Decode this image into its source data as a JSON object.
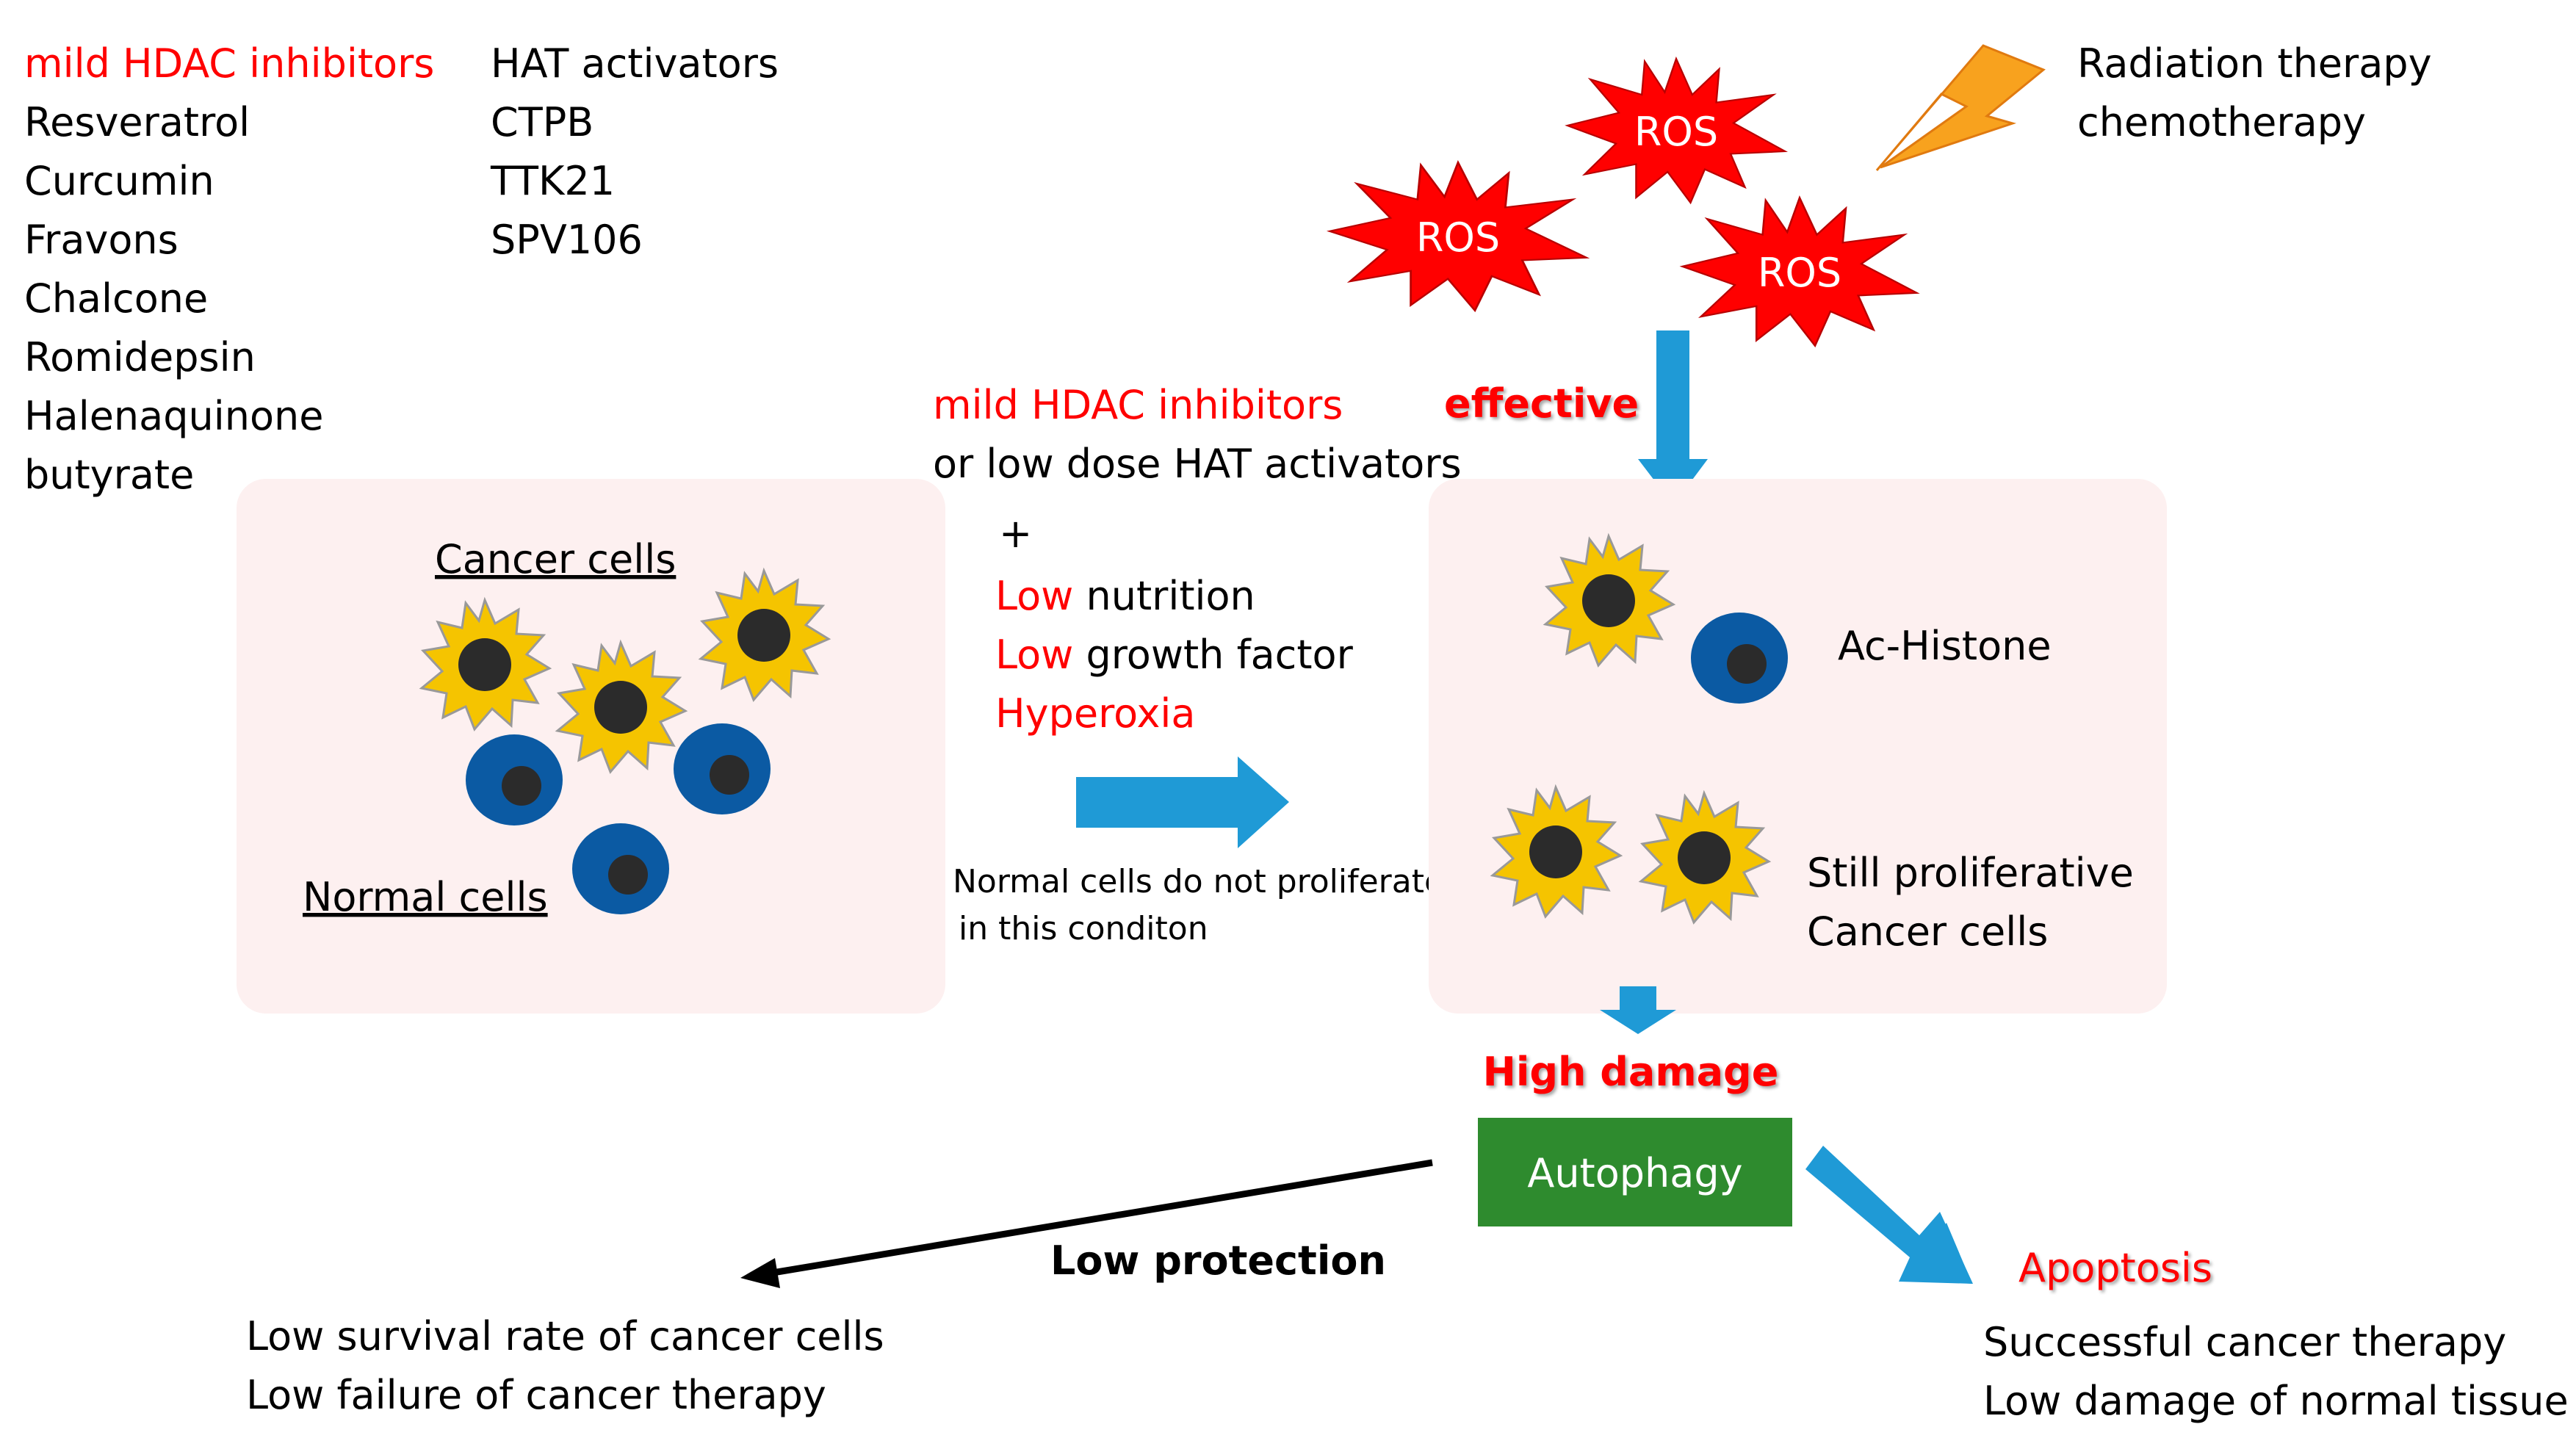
{
  "left_lists": {
    "hdac": {
      "title": "mild HDAC inhibitors",
      "items": [
        "Resveratrol",
        "Curcumin",
        "Fravons",
        "Chalcone",
        "Romidepsin",
        "Halenaquinone",
        "butyrate"
      ]
    },
    "hat": {
      "title": "HAT activators",
      "items": [
        "CTPB",
        "TTK21",
        "SPV106"
      ]
    }
  },
  "top_right": {
    "ros_label": "ROS",
    "therapy_line1": "Radiation therapy",
    "therapy_line2": "chemotherapy",
    "effective": "effective"
  },
  "left_panel": {
    "cancer_label": "Cancer cells",
    "normal_label": "Normal cells"
  },
  "middle": {
    "line1": "mild HDAC inhibitors",
    "line2": "or low dose HAT activators",
    "plus": "+",
    "cond1_red": "Low",
    "cond1_rest": " nutrition",
    "cond2_red": "Low",
    "cond2_rest": " growth factor",
    "cond3": "Hyperoxia",
    "note1": "Normal cells do not proliferate",
    "note2": "in this conditon"
  },
  "right_panel": {
    "ac_histone": "Ac-Histone",
    "still1": "Still proliferative",
    "still2": "Cancer cells"
  },
  "bottom": {
    "high_damage": "High damage",
    "autophagy": "Autophagy",
    "low_protection": "Low protection",
    "outcome_left1": "Low survival rate of cancer cells",
    "outcome_left2": "Low failure of cancer therapy",
    "apoptosis": "Apoptosis",
    "outcome_right1": "Successful cancer therapy",
    "outcome_right2": "Low damage of normal tissue"
  },
  "colors": {
    "red": "#ff0000",
    "arrow_blue": "#1f9ad6",
    "panel_bg": "#fdf0f0",
    "cancer_yellow": "#f5c400",
    "normal_blue": "#0b5aa3",
    "nucleus": "#2b2b2b",
    "autophagy_green": "#2e8b2e",
    "lightning_orange": "#f8a21e"
  }
}
